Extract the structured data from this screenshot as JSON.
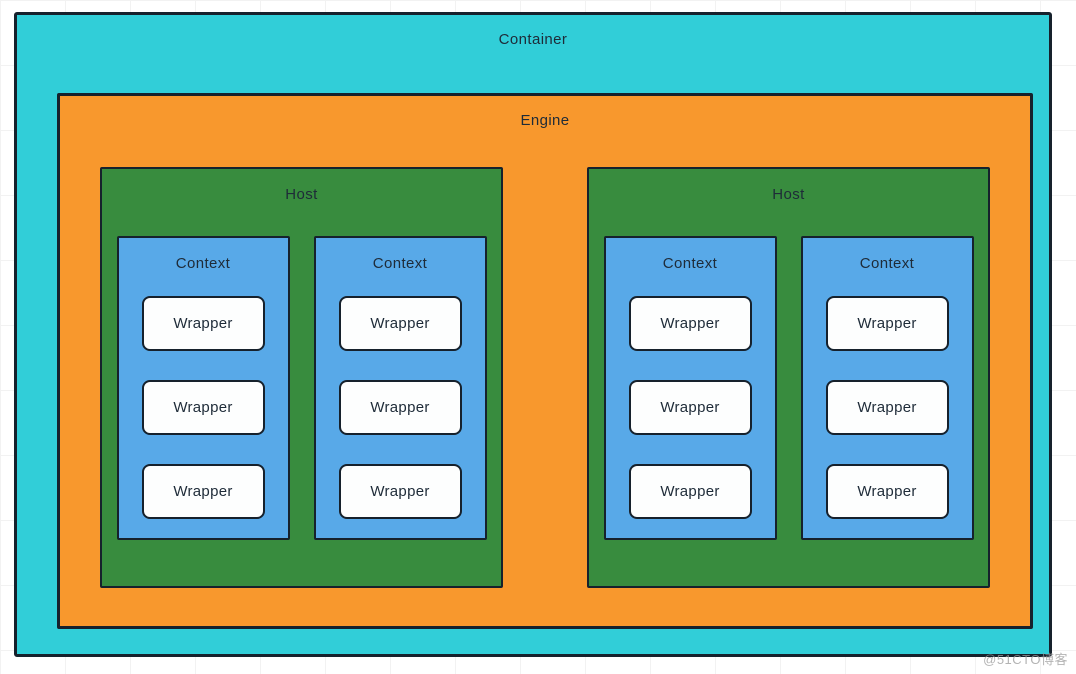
{
  "diagram": {
    "container": {
      "label": "Container"
    },
    "engine": {
      "label": "Engine"
    },
    "hosts": [
      {
        "label": "Host",
        "contexts": [
          {
            "label": "Context",
            "wrappers": [
              "Wrapper",
              "Wrapper",
              "Wrapper"
            ]
          },
          {
            "label": "Context",
            "wrappers": [
              "Wrapper",
              "Wrapper",
              "Wrapper"
            ]
          }
        ]
      },
      {
        "label": "Host",
        "contexts": [
          {
            "label": "Context",
            "wrappers": [
              "Wrapper",
              "Wrapper",
              "Wrapper"
            ]
          },
          {
            "label": "Context",
            "wrappers": [
              "Wrapper",
              "Wrapper",
              "Wrapper"
            ]
          }
        ]
      }
    ]
  },
  "watermark": {
    "text": "@51CTO博客"
  },
  "colors": {
    "container-fill": "#31ced8",
    "engine-fill": "#f8982d",
    "host-fill": "#388c3e",
    "context-fill": "#58a9e8",
    "wrapper-fill": "#fdfefe",
    "outline": "#16212c",
    "label-text": "#1e2b38",
    "grid-line": "#f2f2f2",
    "page-bg": "#ffffff",
    "watermark-text": "#9a9a9a"
  }
}
